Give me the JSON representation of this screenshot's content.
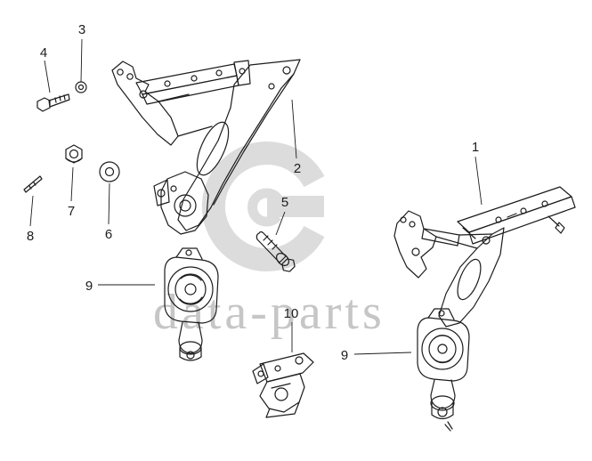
{
  "watermark": {
    "text": "data-parts",
    "text_color": "#c6c6c6",
    "logo_color": "#dcdcdc"
  },
  "colors": {
    "line": "#1c1c1c",
    "background": "#ffffff"
  },
  "callouts": {
    "item_1": "1",
    "item_2": "2",
    "item_3": "3",
    "item_4": "4",
    "item_5": "5",
    "item_6": "6",
    "item_7": "7",
    "item_8": "8",
    "item_9_left": "9",
    "item_9_right": "9",
    "item_10": "10"
  }
}
